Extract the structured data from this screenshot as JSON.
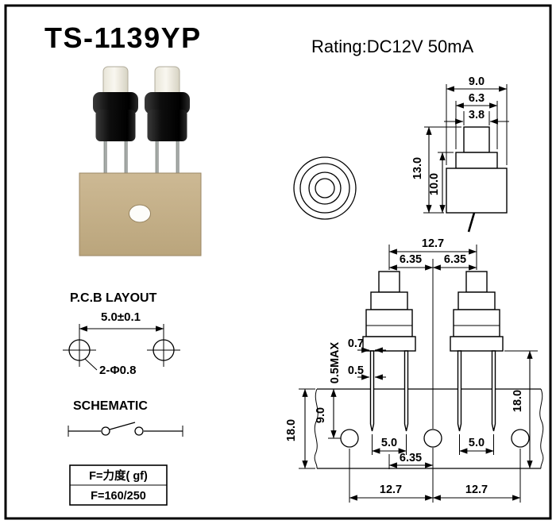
{
  "header": {
    "title": "TS-1139YP",
    "rating": "Rating:DC12V 50mA"
  },
  "side_view": {
    "dim_width_outer": "9.0",
    "dim_width_mid": "6.3",
    "dim_width_plunger": "3.8",
    "dim_height_total": "13.0",
    "dim_height_body": "10.0"
  },
  "front_view": {
    "dim_pitch_top": "12.7",
    "dim_half_pitch_left": "6.35",
    "dim_half_pitch_right": "6.35",
    "dim_lead_width_upper": "0.7",
    "dim_lead_width_lower": "0.5",
    "dim_lead_thickness": "0.5MAX",
    "dim_tape_hole_offset": "9.0",
    "dim_tape_width_left": "18.0",
    "dim_tape_width_right": "18.0",
    "dim_lead_span_left": "5.0",
    "dim_lead_span_right": "5.0",
    "dim_center_to_hole": "6.35",
    "dim_hole_pitch_left": "12.7",
    "dim_hole_pitch_right": "12.7"
  },
  "pcb_layout": {
    "heading": "P.C.B LAYOUT",
    "pitch": "5.0±0.1",
    "hole_callout": "2-Φ0.8"
  },
  "schematic": {
    "heading": "SCHEMATIC"
  },
  "force_box": {
    "line1": "F=力度( gf)",
    "line2": "F=160/250"
  }
}
